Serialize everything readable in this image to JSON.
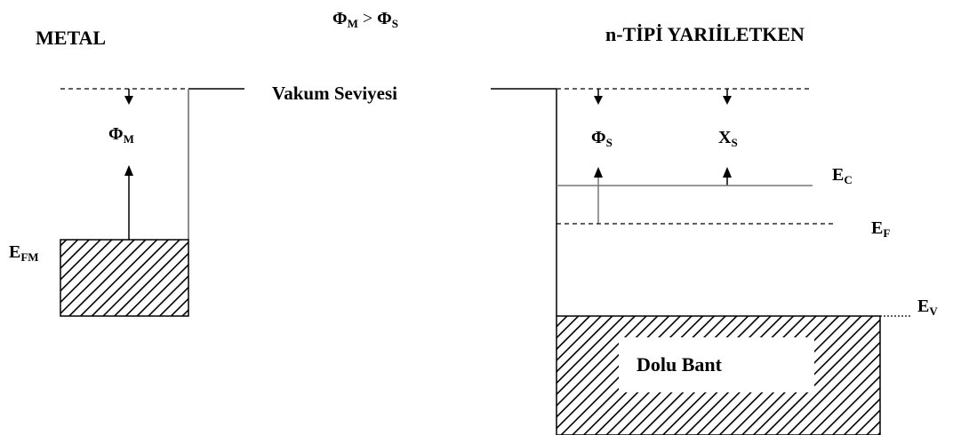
{
  "metal": {
    "title": "METAL",
    "work_function": {
      "symbol": "Φ",
      "sub": "M"
    },
    "fermi_level": {
      "symbol": "E",
      "sub": "FM"
    }
  },
  "condition": {
    "left": {
      "symbol": "Φ",
      "sub": "M"
    },
    "operator": ">",
    "right": {
      "symbol": "Φ",
      "sub": "S"
    }
  },
  "vacuum_level": "Vakum Seviyesi",
  "semiconductor": {
    "title": "n-TİPİ YARIİLETKEN",
    "work_function": {
      "symbol": "Φ",
      "sub": "S"
    },
    "electron_affinity": {
      "symbol": "X",
      "sub": "S"
    },
    "conduction_band": {
      "symbol": "E",
      "sub": "C"
    },
    "fermi_level": {
      "symbol": "E",
      "sub": "F"
    },
    "valence_band": {
      "symbol": "E",
      "sub": "V"
    },
    "filled_band": "Dolu Bant"
  }
}
